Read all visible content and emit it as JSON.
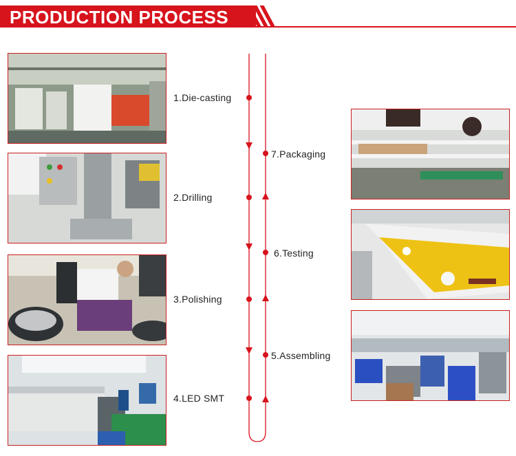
{
  "header": {
    "title": "PRODUCTION PROCESS"
  },
  "steps": [
    {
      "label": "1.Die-casting"
    },
    {
      "label": "2.Drilling"
    },
    {
      "label": "3.Polishing"
    },
    {
      "label": "4.LED SMT"
    },
    {
      "label": "5.Assembling"
    },
    {
      "label": "6.Testing"
    },
    {
      "label": "7.Packaging"
    }
  ],
  "colors": {
    "accent": "#d7131c",
    "text": "#222222"
  }
}
